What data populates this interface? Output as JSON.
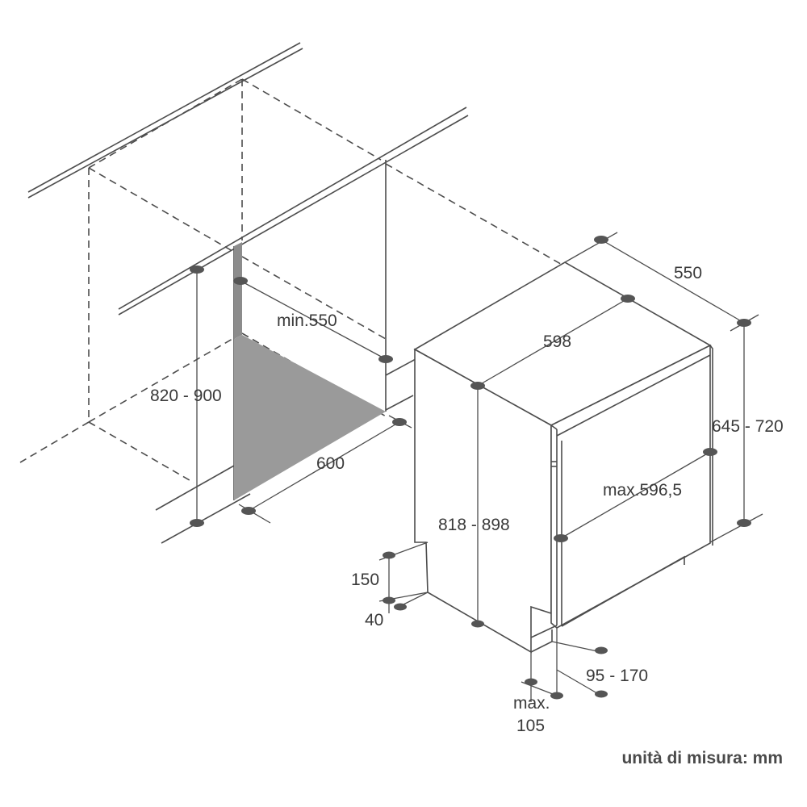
{
  "dimensions": {
    "niche_height": "820 - 900",
    "niche_depth_min": "min.550",
    "niche_width": "600",
    "appliance_depth": "550",
    "appliance_width": "598",
    "door_height": "645 - 720",
    "door_width_max": "max.596,5",
    "appliance_height": "818 - 898",
    "plinth_height": "150",
    "plinth_setback": "40",
    "plinth_offset": "95 - 170",
    "max_label": "max.",
    "max_value": "105"
  },
  "unit_note": "unità di misura: mm",
  "colors": {
    "line": "#4d4d4d",
    "marker": "#555555",
    "floor": "#9a9a9a",
    "side_panel": "#8c8c8c",
    "text": "#3a3a3a"
  }
}
